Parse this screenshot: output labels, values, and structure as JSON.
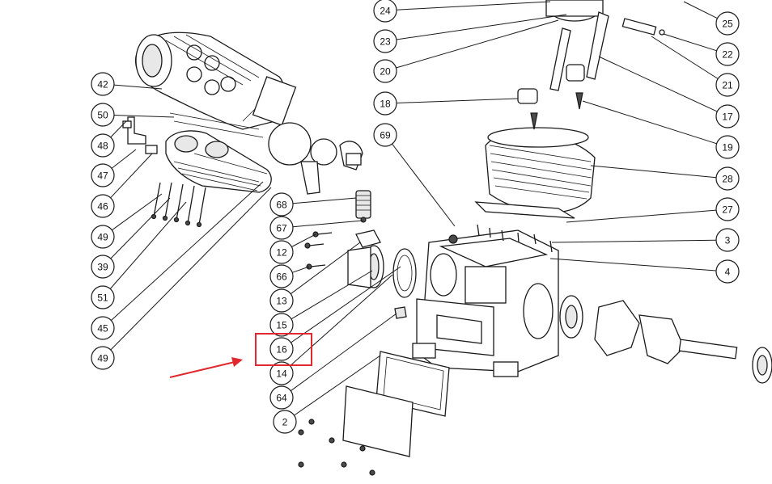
{
  "diagram": {
    "callouts": [
      {
        "id": "c24",
        "label": "24"
      },
      {
        "id": "c25",
        "label": "25"
      },
      {
        "id": "c23",
        "label": "23"
      },
      {
        "id": "c22",
        "label": "22"
      },
      {
        "id": "c20",
        "label": "20"
      },
      {
        "id": "c21",
        "label": "21"
      },
      {
        "id": "c42",
        "label": "42"
      },
      {
        "id": "c18",
        "label": "18"
      },
      {
        "id": "c17",
        "label": "17"
      },
      {
        "id": "c50",
        "label": "50"
      },
      {
        "id": "c69",
        "label": "69"
      },
      {
        "id": "c19",
        "label": "19"
      },
      {
        "id": "c48",
        "label": "48"
      },
      {
        "id": "c47",
        "label": "47"
      },
      {
        "id": "c28",
        "label": "28"
      },
      {
        "id": "c68",
        "label": "68"
      },
      {
        "id": "c46",
        "label": "46"
      },
      {
        "id": "c27",
        "label": "27"
      },
      {
        "id": "c67",
        "label": "67"
      },
      {
        "id": "c49a",
        "label": "49"
      },
      {
        "id": "c3",
        "label": "3"
      },
      {
        "id": "c12",
        "label": "12"
      },
      {
        "id": "c39",
        "label": "39"
      },
      {
        "id": "c4",
        "label": "4"
      },
      {
        "id": "c66",
        "label": "66"
      },
      {
        "id": "c51",
        "label": "51"
      },
      {
        "id": "c13",
        "label": "13"
      },
      {
        "id": "c45",
        "label": "45"
      },
      {
        "id": "c15",
        "label": "15"
      },
      {
        "id": "c16",
        "label": "16"
      },
      {
        "id": "c49b",
        "label": "49"
      },
      {
        "id": "c14",
        "label": "14"
      },
      {
        "id": "c64",
        "label": "64"
      },
      {
        "id": "c2",
        "label": "2"
      }
    ],
    "highlight": {
      "target": "16",
      "color": "#e0282e"
    },
    "arrow_color": "#e0282e"
  }
}
